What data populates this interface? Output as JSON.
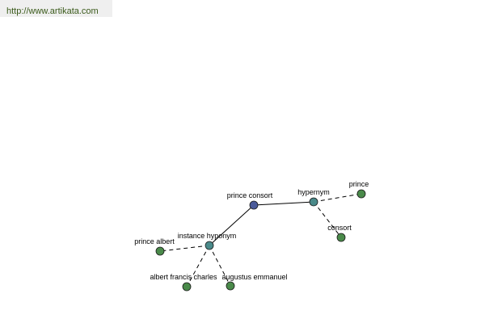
{
  "source": {
    "url_text": "http://www.artikata.com"
  },
  "colors": {
    "source_bar_bg": "#efefef",
    "link_text": "#3a5a1a",
    "center_node": "#4a5a9a",
    "relation_node": "#4a8a8a",
    "leaf_node": "#4a8a4a",
    "node_stroke": "#1a1a1a",
    "edge": "#000000"
  },
  "graph": {
    "nodes": [
      {
        "id": "prince-consort",
        "label": "prince consort",
        "kind": "center"
      },
      {
        "id": "hypernym",
        "label": "hypernym",
        "kind": "relation"
      },
      {
        "id": "instance-hyponym",
        "label": "instance hyponym",
        "kind": "relation"
      },
      {
        "id": "prince",
        "label": "prince",
        "kind": "leaf"
      },
      {
        "id": "consort",
        "label": "consort",
        "kind": "leaf"
      },
      {
        "id": "prince-albert",
        "label": "prince albert",
        "kind": "leaf"
      },
      {
        "id": "albert-francis-charles",
        "label": "albert francis charles",
        "kind": "leaf"
      },
      {
        "id": "augustus-emmanuel",
        "label": "augustus emmanuel",
        "kind": "leaf"
      }
    ],
    "edges": [
      {
        "from": "prince-consort",
        "to": "hypernym",
        "style": "solid"
      },
      {
        "from": "prince-consort",
        "to": "instance-hyponym",
        "style": "solid"
      },
      {
        "from": "hypernym",
        "to": "prince",
        "style": "dashed"
      },
      {
        "from": "hypernym",
        "to": "consort",
        "style": "dashed"
      },
      {
        "from": "instance-hyponym",
        "to": "prince-albert",
        "style": "dashed"
      },
      {
        "from": "instance-hyponym",
        "to": "albert-francis-charles",
        "style": "dashed"
      },
      {
        "from": "instance-hyponym",
        "to": "augustus-emmanuel",
        "style": "dashed"
      }
    ]
  }
}
